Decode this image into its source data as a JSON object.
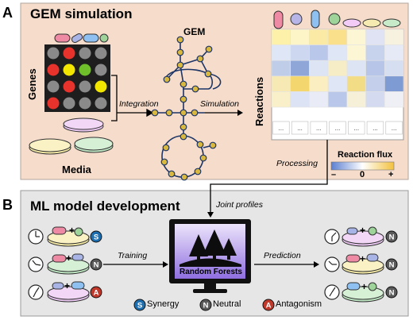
{
  "panel_a": {
    "letter": "A",
    "title": "GEM simulation",
    "genes_label": "Genes",
    "media_label": "Media",
    "gem_label": "GEM",
    "reactions_label": "Reactions",
    "integration_label": "Integration",
    "simulation_label": "Simulation",
    "processing_label": "Processing",
    "ellipsis": "...",
    "flux_legend": {
      "title": "Reaction flux",
      "min_label": "–",
      "mid_label": "0",
      "max_label": "+"
    },
    "gene_grid": [
      [
        "#8a8a8a",
        "#e8322c",
        "#8a8a8a",
        "#8a8a8a"
      ],
      [
        "#e8322c",
        "#f2e600",
        "#6fbf2a",
        "#8a8a8a"
      ],
      [
        "#8a8a8a",
        "#e8322c",
        "#8a8a8a",
        "#f2e600"
      ],
      [
        "#e8322c",
        "#8a8a8a",
        "#8a8a8a",
        "#8a8a8a"
      ]
    ],
    "heatmap": [
      [
        "#fdf0a8",
        "#fdf4c8",
        "#fbe9a6",
        "#fbe08c",
        "#fdf6d5",
        "#dfe3f3",
        "#f7f2df"
      ],
      [
        "#dfe6f6",
        "#cdd7ef",
        "#b9c7ea",
        "#dfe6f6",
        "#fdf6d5",
        "#c7d2ec",
        "#e6eaf6"
      ],
      [
        "#c0cde9",
        "#8fa6d8",
        "#dde4f4",
        "#f6ecc6",
        "#dde4f4",
        "#b7c6e8",
        "#d6def2"
      ],
      [
        "#f6e9b3",
        "#f3d66e",
        "#fbeec0",
        "#dfe6f6",
        "#f3dc86",
        "#c3cfeb",
        "#7f9bd4"
      ],
      [
        "#f9efc9",
        "#dce3f4",
        "#e9ecf6",
        "#b9c8ea",
        "#f7f0d8",
        "#d4dbf0",
        "#eef0f6"
      ]
    ]
  },
  "panel_b": {
    "letter": "B",
    "title": "ML model development",
    "joint_profiles_label": "Joint profiles",
    "training_label": "Training",
    "prediction_label": "Prediction",
    "model_label": "Random Forests",
    "input_badges": [
      "S",
      "N",
      "A"
    ],
    "output_badges": [
      "N",
      "N",
      "N"
    ],
    "legend": [
      {
        "badge": "S",
        "label": "Synergy",
        "color": "#1e6fb0"
      },
      {
        "badge": "N",
        "label": "Neutral",
        "color": "#5a5a5a"
      },
      {
        "badge": "A",
        "label": "Antagonism",
        "color": "#c0392b"
      }
    ]
  },
  "colors": {
    "panel_a_bg": "#f6dccb",
    "panel_b_bg": "#e6e6e6",
    "flux_low": "#5b7fd0",
    "flux_mid": "#ffffff",
    "flux_high": "#f2c13d"
  }
}
